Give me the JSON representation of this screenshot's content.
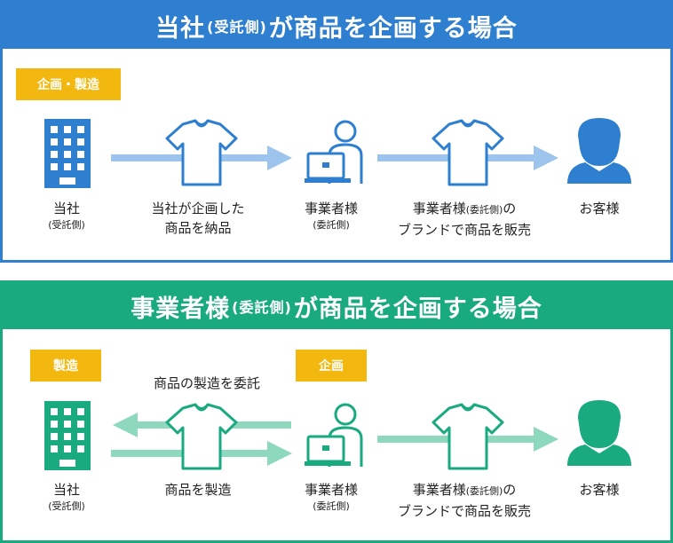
{
  "colors": {
    "blue": "#2f7fd0",
    "green": "#1aaa7f",
    "tag": "#f3b80f",
    "arrow_blue": "#9cc4ec",
    "arrow_green": "#8ed8bd"
  },
  "top": {
    "title_main": "当社",
    "title_sub": "(受託側)",
    "title_rest": "が商品を企画する場合",
    "tag": "企画・製造",
    "nodes": [
      {
        "label": "当社",
        "sub": "(受託側)"
      },
      {
        "label": "当社が企画した",
        "label2": "商品を納品"
      },
      {
        "label": "事業者様",
        "sub": "(委託側)"
      },
      {
        "label": "事業者様",
        "inline_sub": "(委託側)",
        "label_tail": "の",
        "label2": "ブランドで商品を販売"
      },
      {
        "label": "お客様"
      }
    ]
  },
  "bottom": {
    "title_main": "事業者様",
    "title_sub": "(委託側)",
    "title_rest": "が商品を企画する場合",
    "tag_left": "製造",
    "tag_right": "企画",
    "arrow_top_label": "商品の製造を委託",
    "nodes": [
      {
        "label": "当社",
        "sub": "(受託側)"
      },
      {
        "label": "商品を製造"
      },
      {
        "label": "事業者様",
        "sub": "(委託側)"
      },
      {
        "label": "事業者様",
        "inline_sub": "(委託側)",
        "label_tail": "の",
        "label2": "ブランドで商品を販売"
      },
      {
        "label": "お客様"
      }
    ]
  }
}
